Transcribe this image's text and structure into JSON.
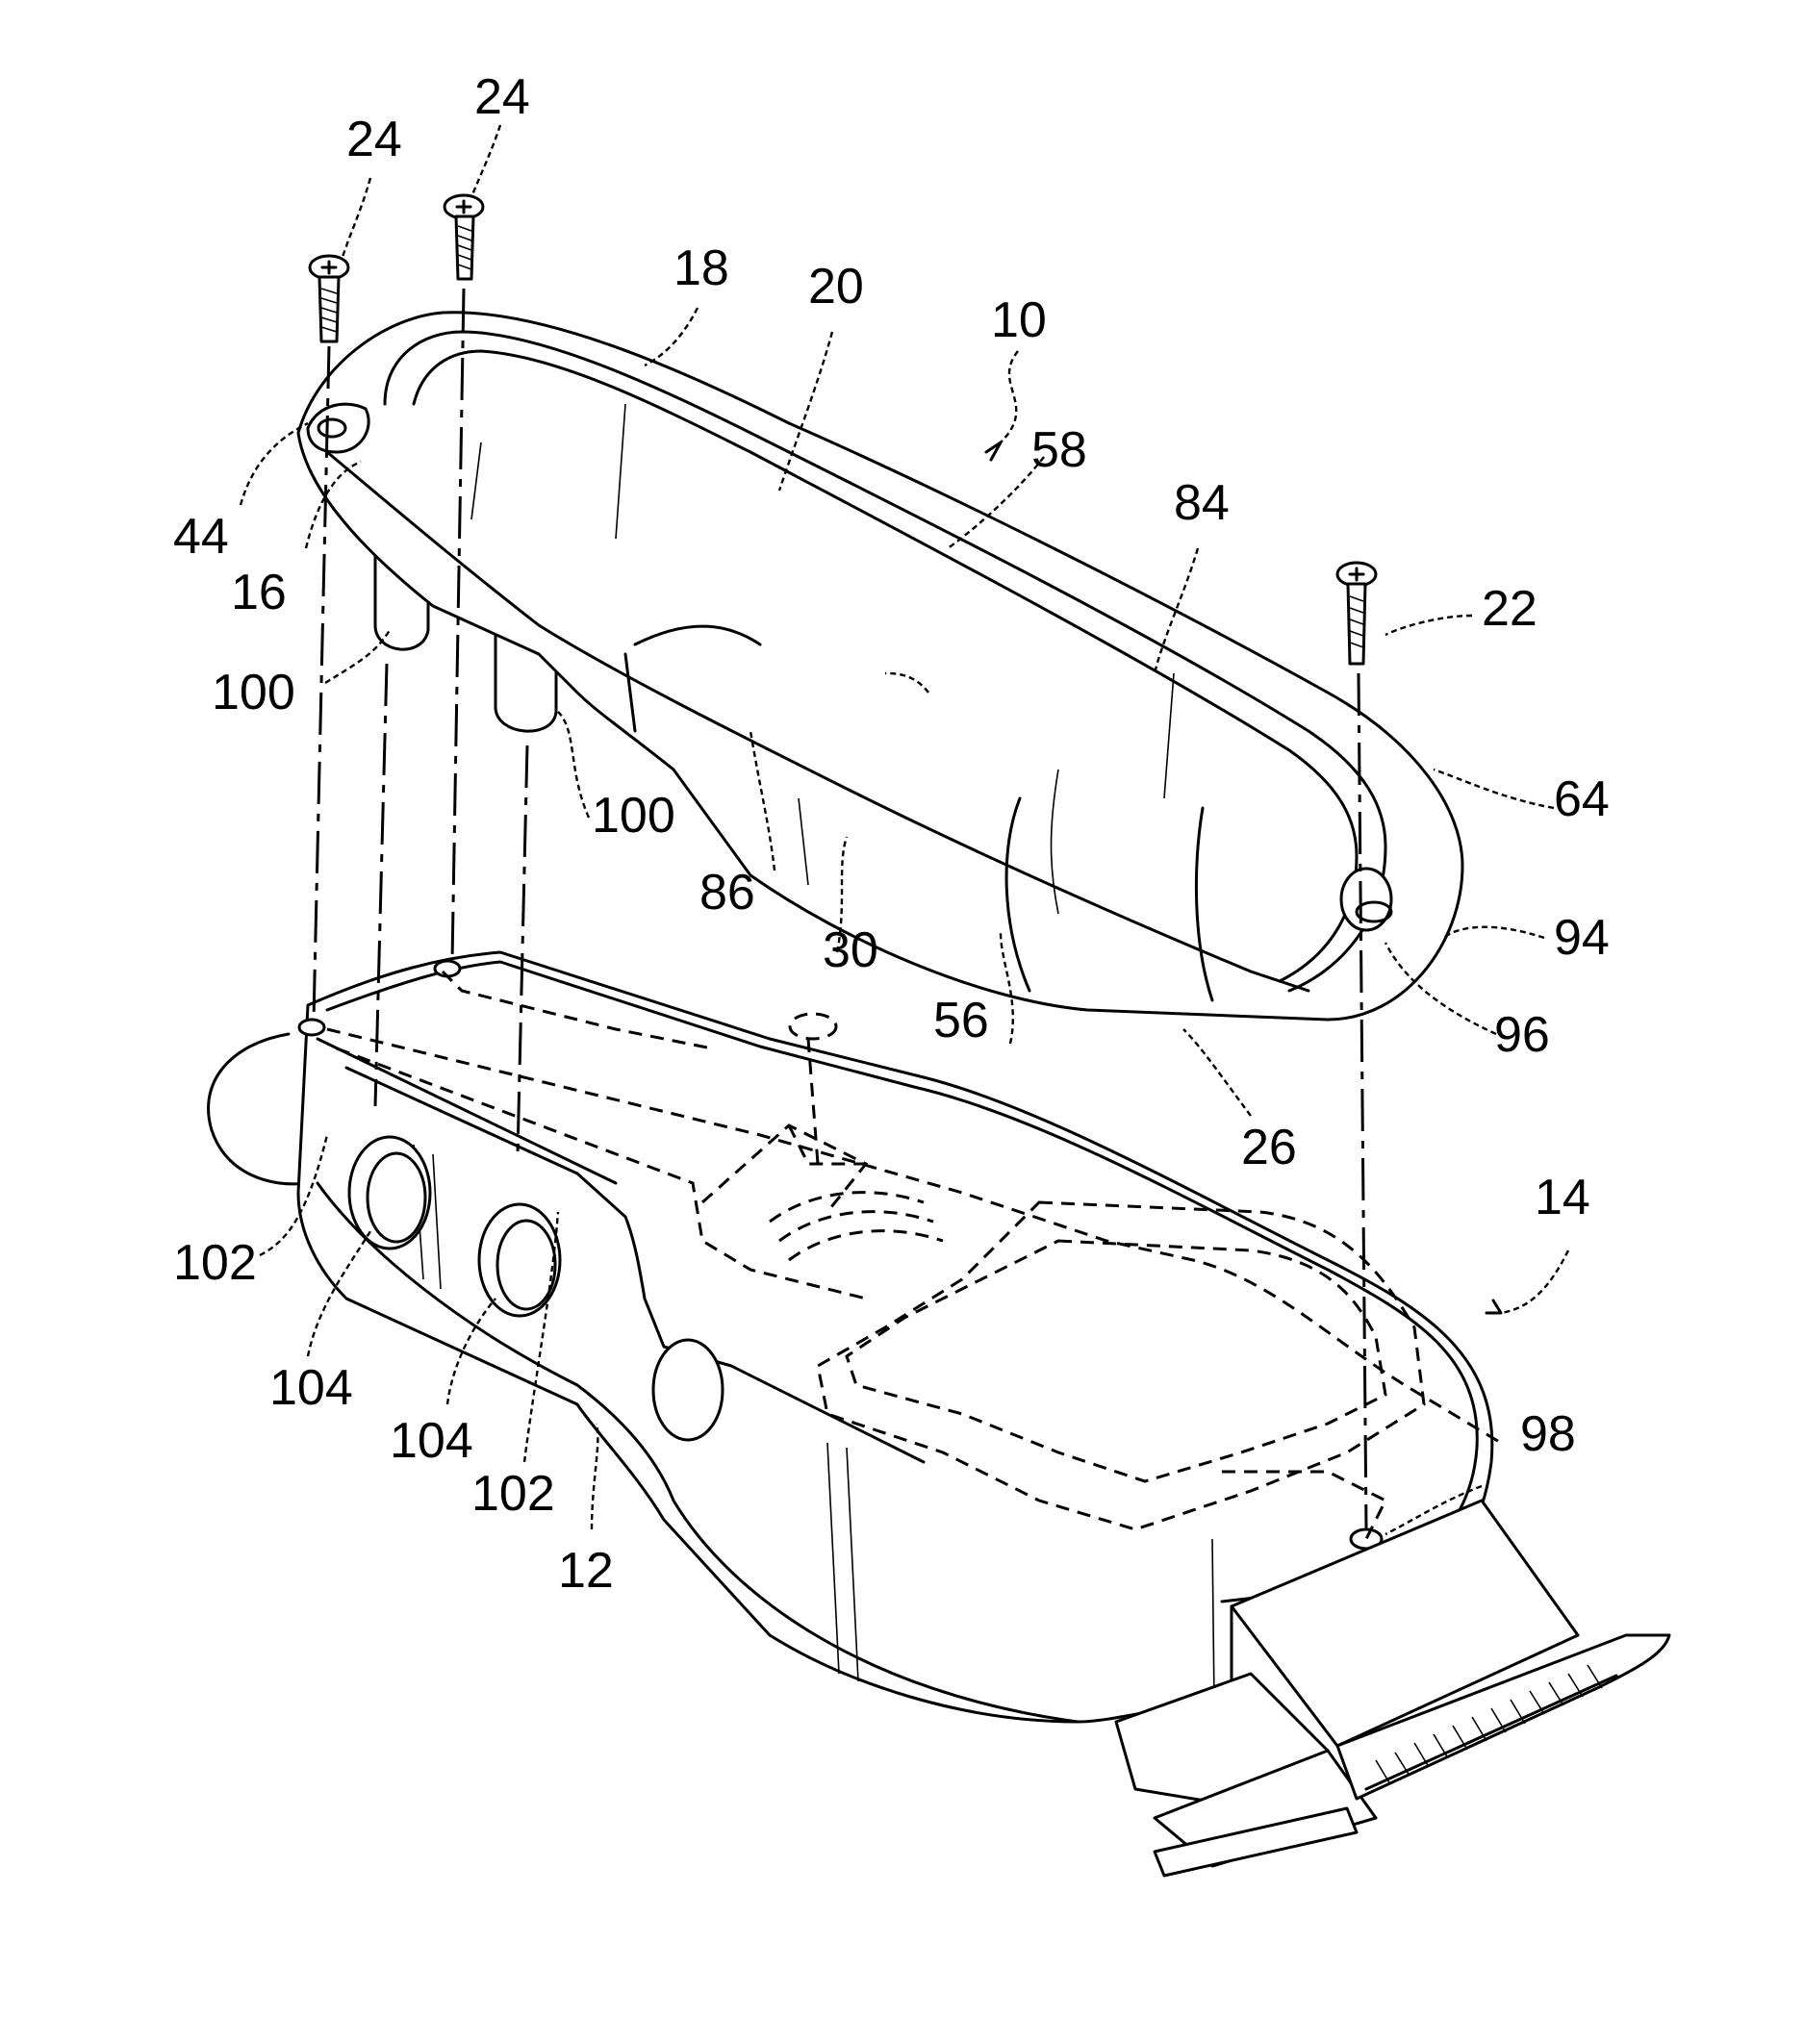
{
  "figure": {
    "reference_numerals": {
      "screw_a": "24",
      "screw_b": "24",
      "cover_top": "18",
      "cover_center": "20",
      "assembly": "10",
      "recess": "58",
      "cover_side": "84",
      "screw_c": "22",
      "cover_front_end": "64",
      "cover_lower_edge": "94",
      "cover_hole": "96",
      "cover_bottom": "26",
      "cover_rib": "56",
      "cover_groove": "30",
      "cover_side_lower": "86",
      "boss_right": "100",
      "boss_left": "100",
      "cover_rear": "16",
      "rear_hole": "44",
      "base_assembly": "14",
      "base_hole": "98",
      "rib_left": "102",
      "hole_left": "104",
      "hole_right": "104",
      "rib_right": "102",
      "housing": "12"
    }
  }
}
